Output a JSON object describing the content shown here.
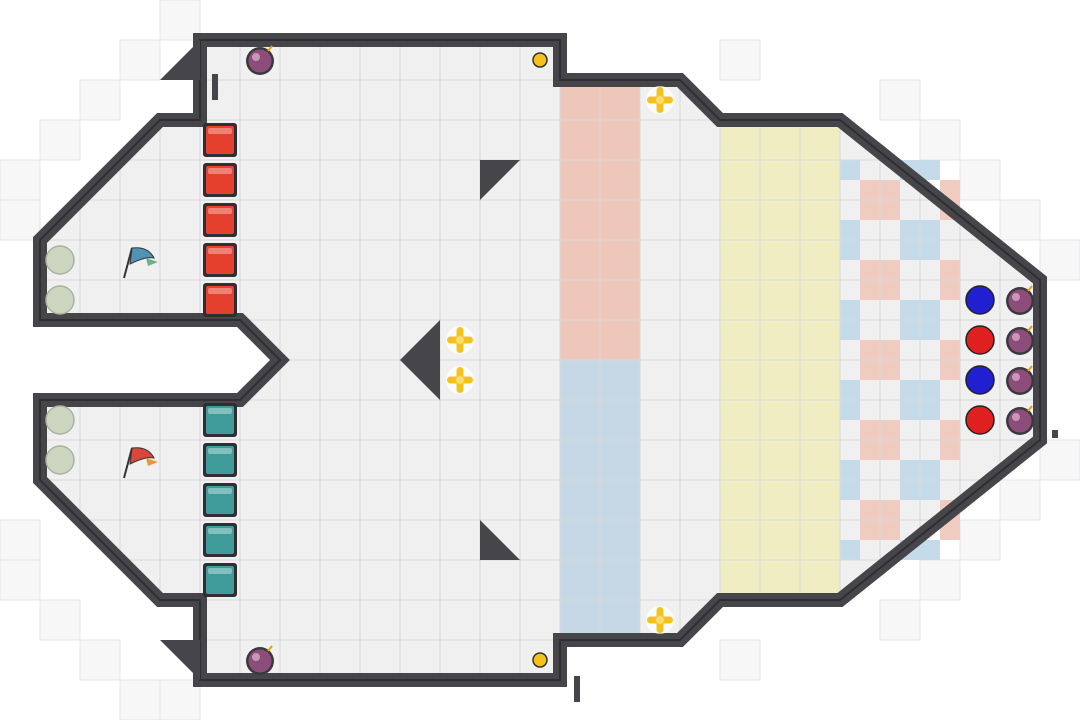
{
  "app": {
    "title": ""
  },
  "board": {
    "cols": 27,
    "rows": 18,
    "colors": {
      "background": "#ffffff",
      "tile": "#f0f0f1",
      "tile_line": "#d8d9dd",
      "wall": "#45454a",
      "wall_edge": "#2f2f33",
      "zone_pink": "#eec7ba",
      "zone_blue": "#c6d8e5",
      "zone_yellow": "#f1edc3",
      "check_pink": "#efcbc0",
      "check_blue": "#c5dbea",
      "red_block": "#e5402d",
      "teal_block": "#3f9c9a",
      "slot": "#ccd6c1",
      "dot_blue": "#2020d0",
      "dot_red": "#e02020",
      "bomb": "#8c4d7a",
      "coin": "#f6c21a",
      "spawn": "#f3c21e",
      "flag_blue": "#4f93b5",
      "flag_red": "#d8473a"
    }
  },
  "pieces": {
    "red_blocks": [
      {
        "c": 5,
        "r": 3
      },
      {
        "c": 5,
        "r": 4
      },
      {
        "c": 5,
        "r": 5
      },
      {
        "c": 5,
        "r": 6
      },
      {
        "c": 5,
        "r": 7
      }
    ],
    "teal_blocks": [
      {
        "c": 5,
        "r": 10
      },
      {
        "c": 5,
        "r": 11
      },
      {
        "c": 5,
        "r": 12
      },
      {
        "c": 5,
        "r": 13
      },
      {
        "c": 5,
        "r": 14
      }
    ],
    "slots": [
      {
        "c": 1,
        "r": 6
      },
      {
        "c": 1,
        "r": 7
      },
      {
        "c": 1,
        "r": 10
      },
      {
        "c": 1,
        "r": 11
      }
    ],
    "flags": [
      {
        "c": 3,
        "r": 6,
        "team": "blue"
      },
      {
        "c": 3,
        "r": 11,
        "team": "red"
      }
    ],
    "bombs": [
      {
        "c": 6,
        "r": 1
      },
      {
        "c": 6,
        "r": 16
      },
      {
        "c": 25,
        "r": 7
      },
      {
        "c": 25,
        "r": 8
      },
      {
        "c": 25,
        "r": 9
      },
      {
        "c": 25,
        "r": 10
      }
    ],
    "team_dots": [
      {
        "c": 24,
        "r": 7,
        "team": "blue"
      },
      {
        "c": 24,
        "r": 8,
        "team": "red"
      },
      {
        "c": 24,
        "r": 9,
        "team": "blue"
      },
      {
        "c": 24,
        "r": 10,
        "team": "red"
      }
    ],
    "coins": [
      {
        "c": 13,
        "r": 1
      },
      {
        "c": 13,
        "r": 16
      }
    ],
    "spawns": [
      {
        "c": 16,
        "r": 2
      },
      {
        "c": 11,
        "r": 8
      },
      {
        "c": 11,
        "r": 9
      },
      {
        "c": 16,
        "r": 15
      }
    ]
  }
}
